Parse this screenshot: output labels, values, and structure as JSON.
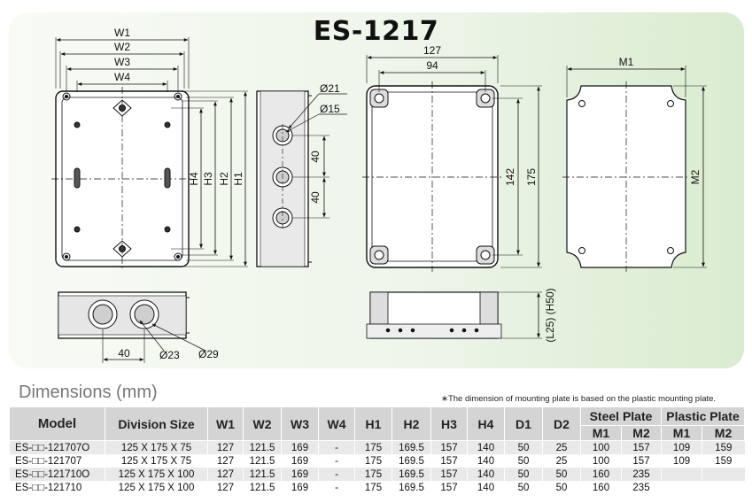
{
  "title": "ES-1217",
  "dims": {
    "w1": "W1",
    "w2": "W2",
    "w3": "W3",
    "w4": "W4",
    "h1": "H1",
    "h2": "H2",
    "h3": "H3",
    "h4": "H4",
    "dia21": "Ø21",
    "dia15": "Ø15",
    "dia23": "Ø23",
    "dia29": "Ø29",
    "v40a": "40",
    "v40b": "40",
    "h40": "40",
    "d127": "127",
    "d94": "94",
    "d142": "142",
    "d175": "175",
    "depth": "(L25) (H50)",
    "m1": "M1",
    "m2": "M2"
  },
  "section_title": "Dimensions (mm)",
  "note": "∗The dimension of mounting plate is based on the plastic mounting plate.",
  "table": {
    "headers": {
      "model": "Model",
      "division": "Division Size",
      "w1": "W1",
      "w2": "W2",
      "w3": "W3",
      "w4": "W4",
      "h1": "H1",
      "h2": "H2",
      "h3": "H3",
      "h4": "H4",
      "d1": "D1",
      "d2": "D2",
      "steel": "Steel Plate",
      "plastic": "Plastic Plate",
      "m1": "M1",
      "m2": "M2",
      "pm1": "M1",
      "pm2": "M2"
    },
    "rows": [
      {
        "model": "ES-□□-121707O",
        "division": "125 X 175 X 75",
        "w1": "127",
        "w2": "121.5",
        "w3": "169",
        "w4": "-",
        "h1": "175",
        "h2": "169.5",
        "h3": "157",
        "h4": "140",
        "d1": "50",
        "d2": "25",
        "sm1": "100",
        "sm2": "157",
        "pm1": "109",
        "pm2": "159"
      },
      {
        "model": "ES-□□-121707",
        "division": "125 X 175 X 75",
        "w1": "127",
        "w2": "121.5",
        "w3": "169",
        "w4": "-",
        "h1": "175",
        "h2": "169.5",
        "h3": "157",
        "h4": "140",
        "d1": "50",
        "d2": "25",
        "sm1": "100",
        "sm2": "157",
        "pm1": "109",
        "pm2": "159"
      },
      {
        "model": "ES-□□-121710O",
        "division": "125 X 175 X 100",
        "w1": "127",
        "w2": "121.5",
        "w3": "169",
        "w4": "-",
        "h1": "175",
        "h2": "169.5",
        "h3": "157",
        "h4": "140",
        "d1": "50",
        "d2": "50",
        "sm1": "160",
        "sm2": "235",
        "pm1": "",
        "pm2": ""
      },
      {
        "model": "ES-□□-121710",
        "division": "125 X 175 X 100",
        "w1": "127",
        "w2": "121.5",
        "w3": "169",
        "w4": "-",
        "h1": "175",
        "h2": "169.5",
        "h3": "157",
        "h4": "140",
        "d1": "50",
        "d2": "50",
        "sm1": "160",
        "sm2": "235",
        "pm1": "",
        "pm2": ""
      }
    ]
  }
}
